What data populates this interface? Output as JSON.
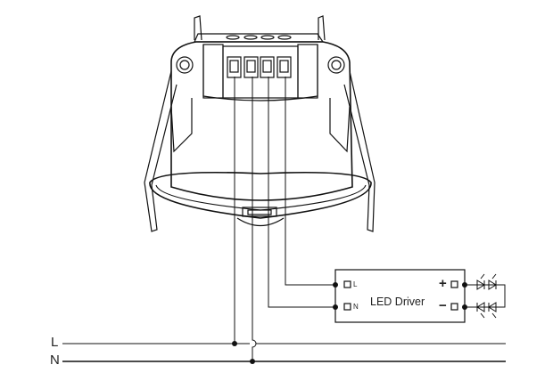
{
  "lines": {
    "live": "L",
    "neutral": "N"
  },
  "driver": {
    "title": "LED Driver",
    "input_l": "L",
    "input_n": "N",
    "output_plus": "+",
    "output_minus": "−"
  }
}
